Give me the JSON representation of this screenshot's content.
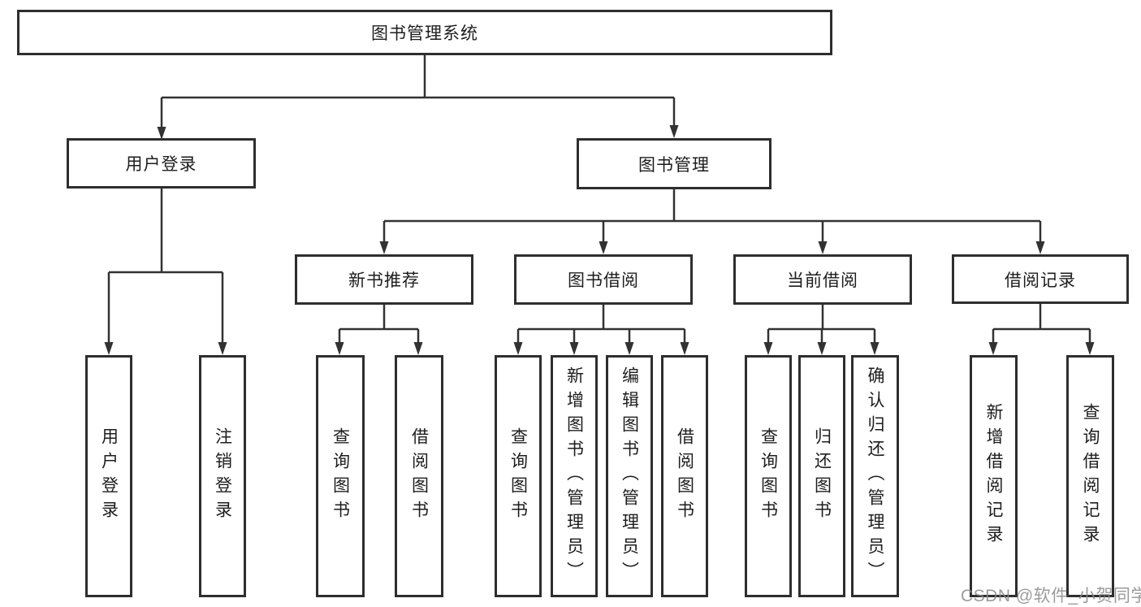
{
  "diagram": {
    "root": {
      "label": "图书管理系统"
    },
    "level2": [
      {
        "id": "user-login",
        "label": "用户登录"
      },
      {
        "id": "book-mgmt",
        "label": "图书管理"
      }
    ],
    "level3": [
      {
        "id": "new-book-rec",
        "label": "新书推荐",
        "parent": "book-mgmt"
      },
      {
        "id": "book-borrow",
        "label": "图书借阅",
        "parent": "book-mgmt"
      },
      {
        "id": "current-borrow",
        "label": "当前借阅",
        "parent": "book-mgmt"
      },
      {
        "id": "borrow-records",
        "label": "借阅记录",
        "parent": "book-mgmt"
      }
    ],
    "leaves": [
      {
        "parent": "user-login",
        "label": "用户登录"
      },
      {
        "parent": "user-login",
        "label": "注销登录"
      },
      {
        "parent": "new-book-rec",
        "label": "查询图书"
      },
      {
        "parent": "new-book-rec",
        "label": "借阅图书"
      },
      {
        "parent": "book-borrow",
        "label": "查询图书"
      },
      {
        "parent": "book-borrow",
        "label": "新增图书（管理员）"
      },
      {
        "parent": "book-borrow",
        "label": "编辑图书（管理员）"
      },
      {
        "parent": "book-borrow",
        "label": "借阅图书"
      },
      {
        "parent": "current-borrow",
        "label": "查询图书"
      },
      {
        "parent": "current-borrow",
        "label": "归还图书"
      },
      {
        "parent": "current-borrow",
        "label": "确认归还（管理员）"
      },
      {
        "parent": "borrow-records",
        "label": "新增借阅记录"
      },
      {
        "parent": "borrow-records",
        "label": "查询借阅记录"
      }
    ]
  },
  "watermark": {
    "text": "CSDN @软件_小贺同学"
  },
  "colors": {
    "background": "#ffffff",
    "line": "#323232",
    "box_border": "#2e2e2e",
    "text": "#1d1d1d",
    "watermark": "#8a8a8a"
  }
}
